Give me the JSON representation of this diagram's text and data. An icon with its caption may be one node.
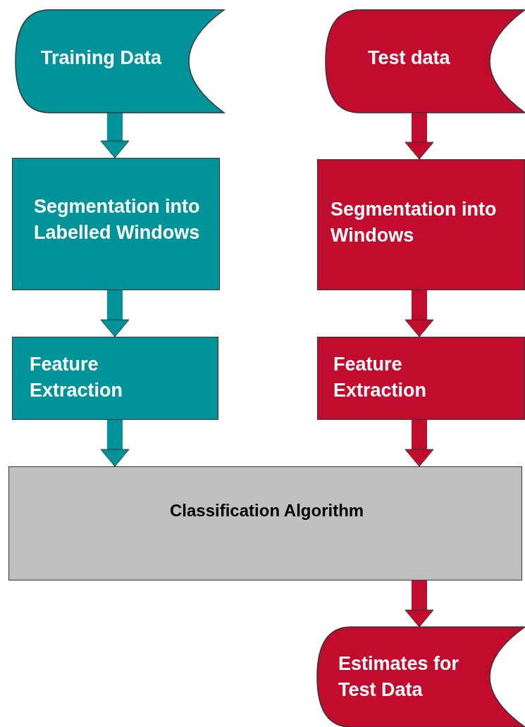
{
  "diagram": {
    "nodes": [
      {
        "text": [
          "Training Data"
        ]
      },
      {
        "text": [
          "Test data"
        ]
      },
      {
        "text": [
          "Segmentation into Labelled Windows"
        ]
      },
      {
        "text": [
          "Segmentation into Windows"
        ]
      },
      {
        "text": [
          "Feature Extraction"
        ]
      },
      {
        "text": [
          "Feature Extraction"
        ]
      },
      {
        "text": [
          "Classification Algorithm"
        ]
      },
      {
        "text": [
          "Estimates for Test Data"
        ]
      }
    ],
    "edges": [
      {
        "from": 0,
        "to": 2,
        "arrow": "to",
        "color": "#00939a"
      },
      {
        "from": 1,
        "to": 3,
        "arrow": "to"
      },
      {
        "from": 2,
        "to": 4,
        "arrow": "to",
        "color": "#00939a"
      },
      {
        "from": 3,
        "to": 5,
        "arrow": "to"
      },
      {
        "from": 4,
        "to": 6,
        "arrow": "to",
        "color": "#00939a"
      },
      {
        "from": 5,
        "to": 6,
        "arrow": "to"
      },
      {
        "from": 6,
        "to": 7,
        "arrow": "to"
      }
    ]
  }
}
